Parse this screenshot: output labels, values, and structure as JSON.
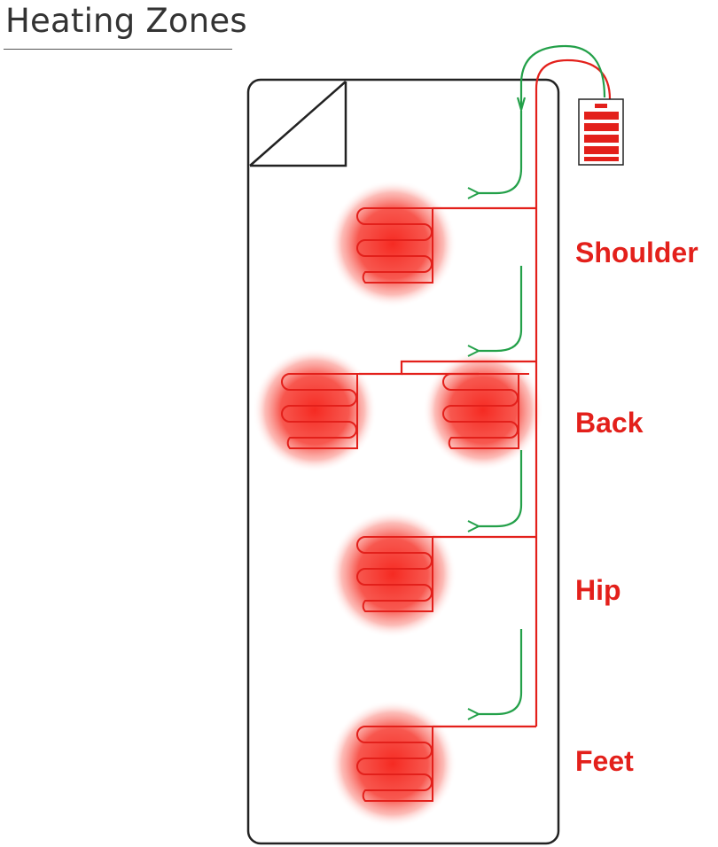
{
  "title": "Heating Zones",
  "colors": {
    "heat": "#e3201b",
    "flow": "#23a049",
    "outline": "#222222",
    "title": "#333333"
  },
  "zones": [
    {
      "label": "Shoulder"
    },
    {
      "label": "Back"
    },
    {
      "label": "Hip"
    },
    {
      "label": "Feet"
    }
  ],
  "icons": [
    "battery-icon",
    "heating-coil-icon",
    "flow-arrow-icon"
  ]
}
